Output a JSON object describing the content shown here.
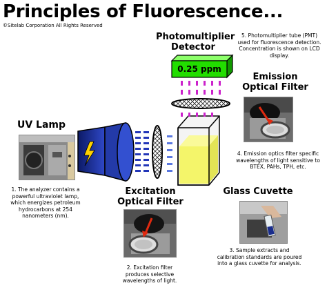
{
  "title": "Principles of Fluorescence...",
  "copyright": "©Sitelab Corporation  All Rights Reserved",
  "display_reading": "0.25 ppm",
  "components": {
    "pmt": {
      "heading_line1": "Photomultiplier",
      "heading_line2": "Detector",
      "caption": "5. Photomultiplier tube (PMT) used for fluorescence detection.  Concentration is shown on LCD display."
    },
    "emission": {
      "heading_line1": "Emission",
      "heading_line2": "Optical Filter",
      "caption": "4. Emission optics filter specific wavelengths of light sensitive to BTEX, PAHs, TPH, etc."
    },
    "uv_lamp": {
      "heading": "UV Lamp",
      "caption": "1. The analyzer contains a powerful ultraviolet lamp, which energizes petroleum hydrocarbons at 254 nanometers (nm)."
    },
    "excitation": {
      "heading_line1": "Excitation",
      "heading_line2": "Optical Filter",
      "caption": "2. Excitation filter produces selective wavelengths of light."
    },
    "cuvette": {
      "heading": "Glass Cuvette",
      "caption": "3. Sample extracts and calibration standards are poured into a glass cuvette for analysis."
    }
  },
  "colors": {
    "display_green": "#22dd00",
    "uv_blue": "#1a2d8c",
    "lightning_yellow": "#ffd200",
    "cuvette_fill": "#f4f56a",
    "emission_magenta": "#cc22cc",
    "arrow_red": "#e02a10"
  }
}
